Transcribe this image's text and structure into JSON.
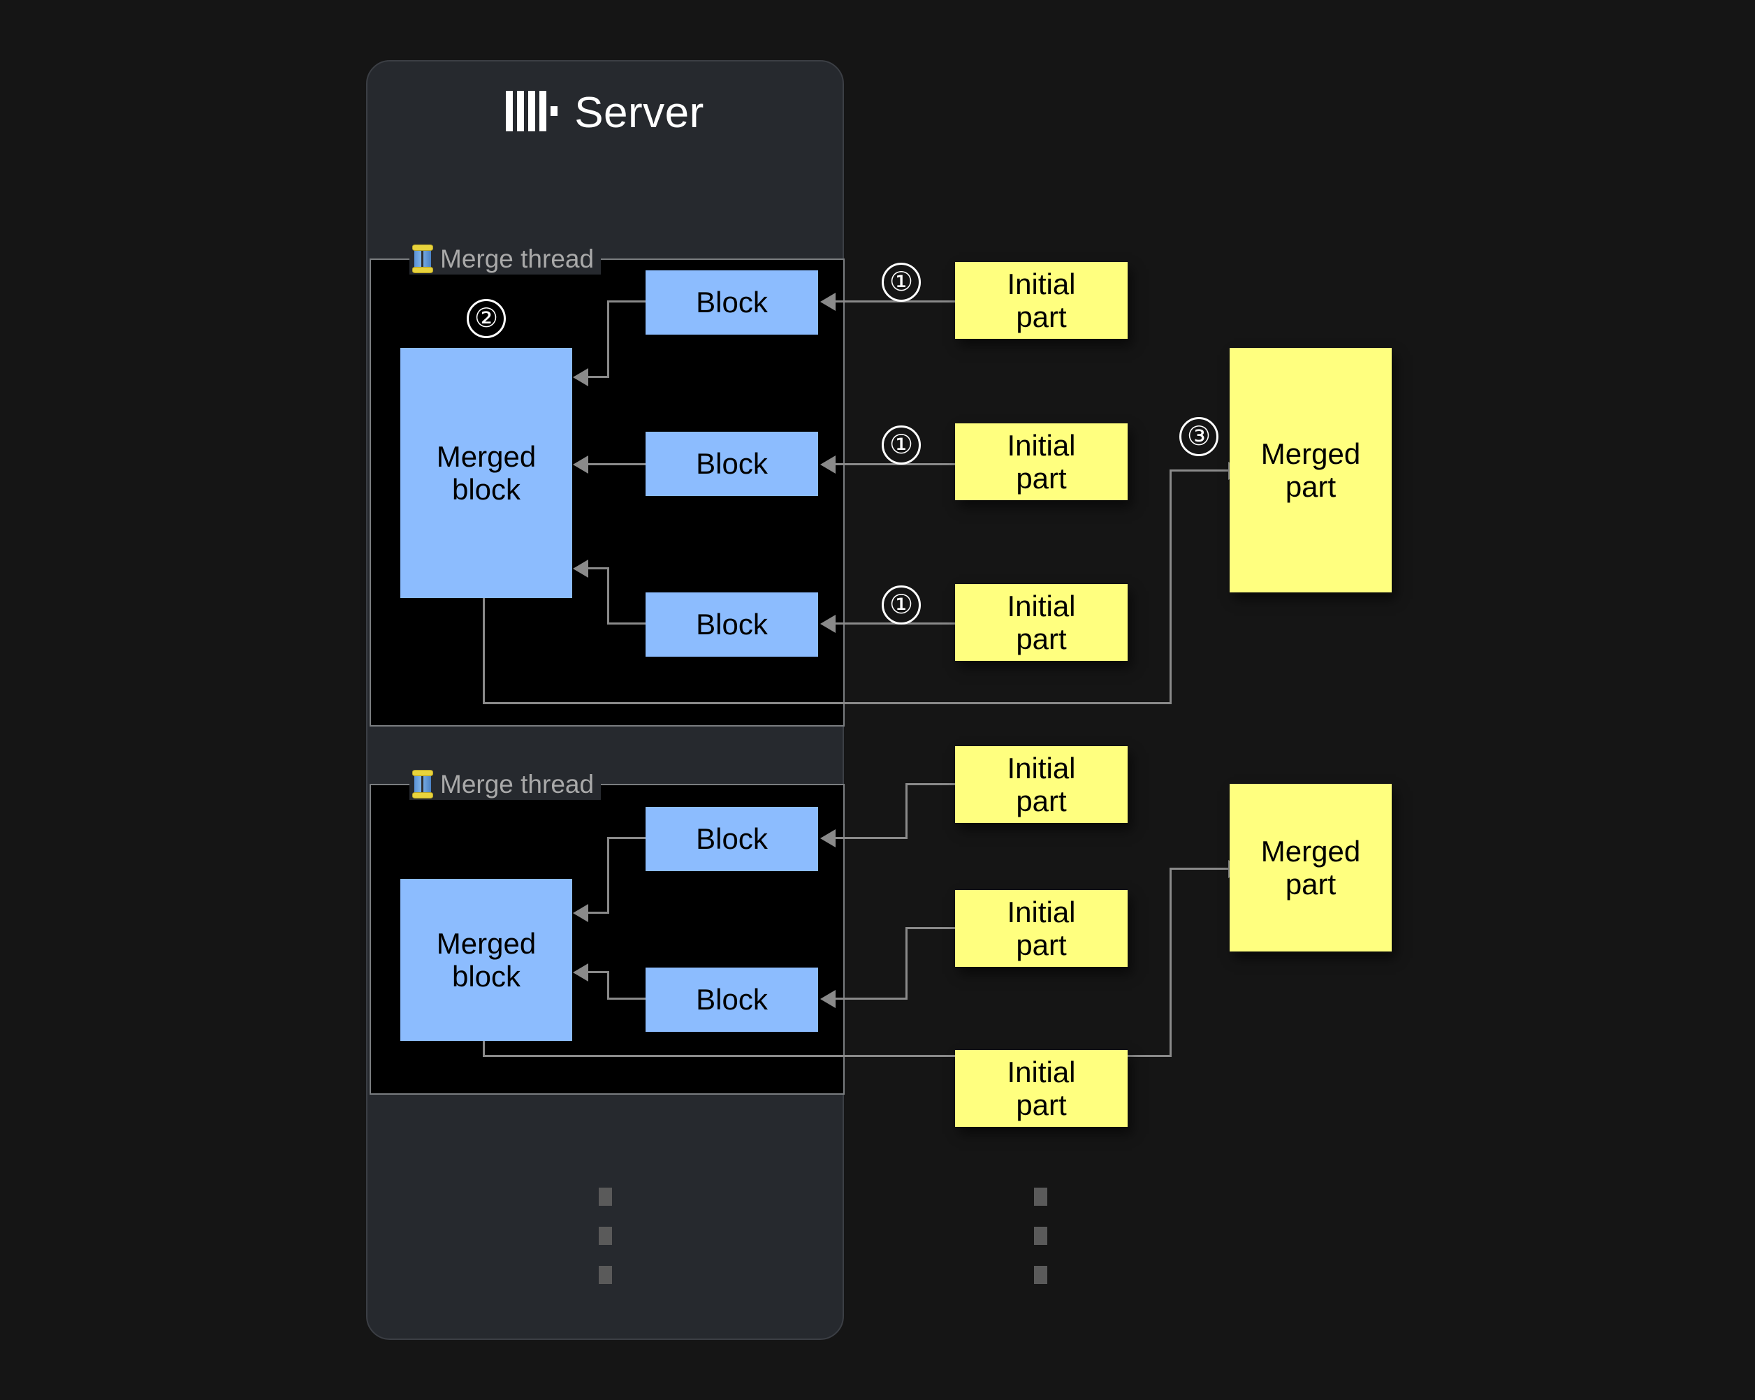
{
  "background_color": "#151515",
  "server": {
    "title": "Server",
    "logo_icon": "clickhouse-logo",
    "card_color": "#26292e"
  },
  "colors": {
    "block_blue": "#8cbcfe",
    "part_yellow": "#ffff7f",
    "panel_black": "#000000",
    "connector_gray": "#8a8a8a",
    "label_gray": "#a9a9a9"
  },
  "threads": [
    {
      "label": "Merge thread",
      "icon": "thread-spool-icon",
      "merged_block_label": "Merged\nblock",
      "merged_block_text_line1": "Merged",
      "merged_block_text_line2": "block",
      "blocks": [
        {
          "label": "Block"
        },
        {
          "label": "Block"
        },
        {
          "label": "Block"
        }
      ],
      "step_marker": "②"
    },
    {
      "label": "Merge thread",
      "icon": "thread-spool-icon",
      "merged_block_text_line1": "Merged",
      "merged_block_text_line2": "block",
      "blocks": [
        {
          "label": "Block"
        },
        {
          "label": "Block"
        }
      ]
    }
  ],
  "initial_parts": [
    {
      "line1": "Initial",
      "line2": "part",
      "step_marker": "①"
    },
    {
      "line1": "Initial",
      "line2": "part",
      "step_marker": "①"
    },
    {
      "line1": "Initial",
      "line2": "part",
      "step_marker": "①"
    },
    {
      "line1": "Initial",
      "line2": "part",
      "step_marker": ""
    },
    {
      "line1": "Initial",
      "line2": "part",
      "step_marker": ""
    },
    {
      "line1": "Initial",
      "line2": "part",
      "step_marker": ""
    }
  ],
  "merged_parts": [
    {
      "line1": "Merged",
      "line2": "part",
      "step_marker": "③"
    },
    {
      "line1": "Merged",
      "line2": "part",
      "step_marker": ""
    }
  ],
  "steps": {
    "one": "①",
    "two": "②",
    "three": "③"
  },
  "ellipsis": {
    "glyph": "",
    "count": 3
  }
}
